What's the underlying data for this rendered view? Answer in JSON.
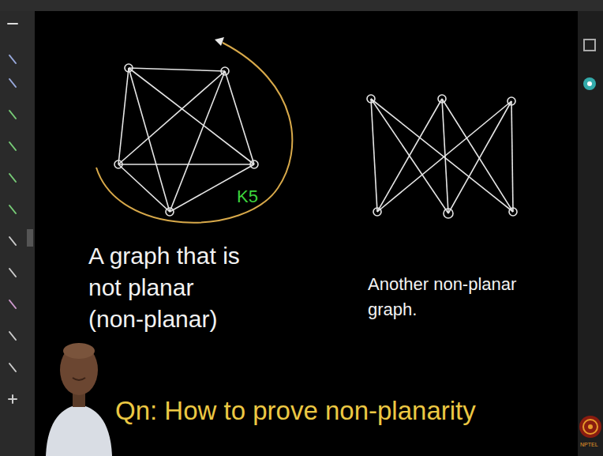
{
  "diagram": {
    "labels": [
      "K5",
      "A graph that is not planar (non-planar)",
      "Another non-planar graph.",
      "Qn: How to prove non-planarity",
      "NPTEL"
    ]
  }
}
